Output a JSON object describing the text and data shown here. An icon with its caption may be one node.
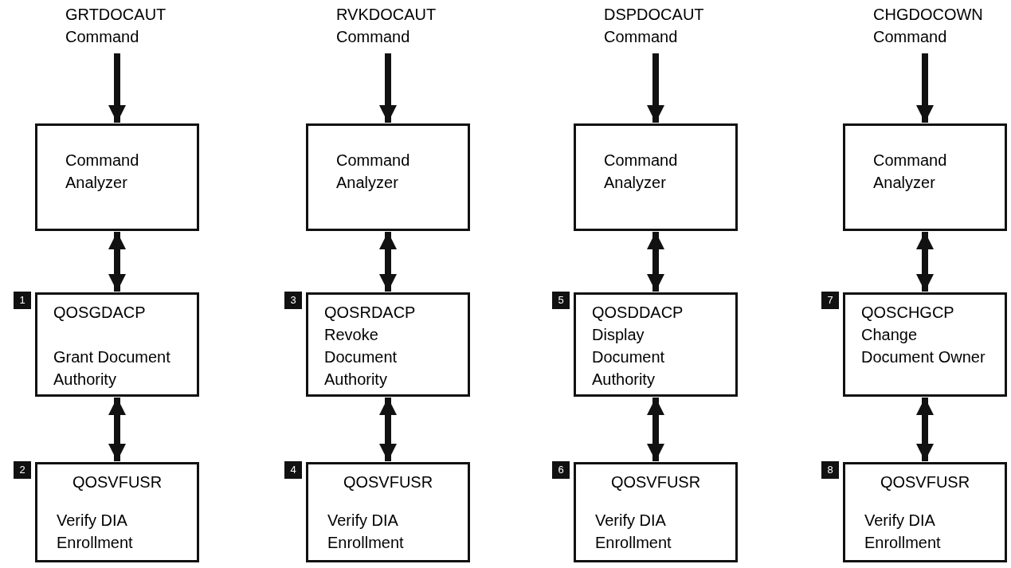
{
  "diagram": {
    "nodes": [
      {
        "text": [
          "GRTDOCAUT Command"
        ]
      },
      {
        "text": [
          "Command Analyzer"
        ]
      },
      {
        "text": [
          "QOSGDACP",
          "Grant Document Authority"
        ],
        "beside": [
          "1"
        ]
      },
      {
        "text": [
          "QOSVFUSR",
          "Verify DIA Enrollment"
        ],
        "beside": [
          "2"
        ]
      },
      {
        "text": [
          "RVKDOCAUT Command"
        ]
      },
      {
        "text": [
          "Command Analyzer"
        ]
      },
      {
        "text": [
          "QOSRDACP",
          "Revoke Document Authority"
        ],
        "beside": [
          "3"
        ]
      },
      {
        "text": [
          "QOSVFUSR",
          "Verify DIA Enrollment"
        ],
        "beside": [
          "4"
        ]
      },
      {
        "text": [
          "DSPDOCAUT Command"
        ]
      },
      {
        "text": [
          "Command Analyzer"
        ]
      },
      {
        "text": [
          "QOSDDACP",
          "Display Document Authority"
        ],
        "beside": [
          "5"
        ]
      },
      {
        "text": [
          "QOSVFUSR",
          "Verify DIA Enrollment"
        ],
        "beside": [
          "6"
        ]
      },
      {
        "text": [
          "CHGDOCOWN Command"
        ]
      },
      {
        "text": [
          "Command Analyzer"
        ]
      },
      {
        "text": [
          "QOSCHGCP",
          "Change Document Owner"
        ],
        "beside": [
          "7"
        ]
      },
      {
        "text": [
          "QOSVFUSR",
          "Verify DIA Enrollment"
        ],
        "beside": [
          "8"
        ]
      }
    ],
    "edges": [
      {
        "from": 0,
        "to": 1,
        "arrow": "to"
      },
      {
        "from": 1,
        "to": 2,
        "arrow": "both"
      },
      {
        "from": 2,
        "to": 3,
        "arrow": "both"
      },
      {
        "from": 4,
        "to": 5,
        "arrow": "to"
      },
      {
        "from": 5,
        "to": 6,
        "arrow": "both"
      },
      {
        "from": 6,
        "to": 7,
        "arrow": "both"
      },
      {
        "from": 8,
        "to": 9,
        "arrow": "to"
      },
      {
        "from": 9,
        "to": 10,
        "arrow": "both"
      },
      {
        "from": 10,
        "to": 11,
        "arrow": "both"
      },
      {
        "from": 12,
        "to": 13,
        "arrow": "to"
      },
      {
        "from": 13,
        "to": 14,
        "arrow": "both"
      },
      {
        "from": 14,
        "to": 15,
        "arrow": "both"
      }
    ]
  }
}
